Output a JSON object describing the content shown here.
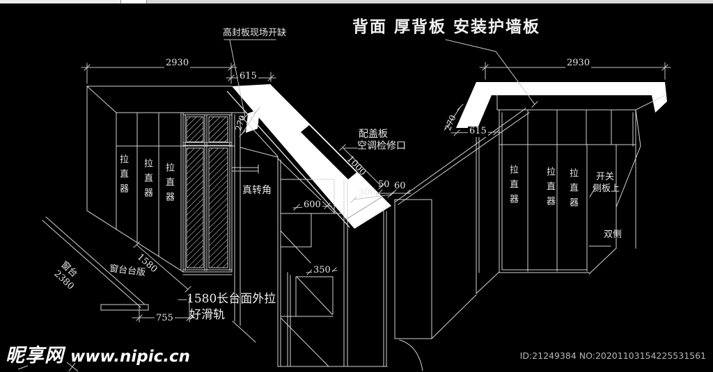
{
  "window": {
    "top_scrollbar": true
  },
  "drawing": {
    "title": "背面 厚背板 安装护墙板",
    "callouts": {
      "top_left_note": "高封板现场开缺",
      "cover_plate_line1": "配盖板",
      "cover_plate_line2": "空调检修口",
      "corner_label": "真转角",
      "straightener": "拉直器",
      "switch_line1": "开关",
      "switch_line2": "侧板上",
      "both_sides": "双侧",
      "window_sill": "窗台",
      "sill_board": "窗台台版",
      "countertop_note": "1580长台面外拉",
      "slide_note": "好滑轨"
    },
    "dimensions": {
      "left_total_width": "2930",
      "left_band_offset": "615",
      "left_band_depth": "270",
      "access_length": "1000",
      "gap_small_a": "50",
      "gap_small_b": "60",
      "band_end": "300",
      "shelf_width": "600",
      "shelf_small": "350",
      "sill_length": "2380",
      "counter_length": "1580",
      "drawer_width": "755",
      "right_total_width": "2930",
      "right_band_offset": "615",
      "right_band_depth": "270"
    },
    "colors": {
      "background": "#000000",
      "linework": "#d8d8d8",
      "countertop": "#ffffff"
    }
  },
  "watermark": {
    "site_name": "昵享网",
    "site_url": "www.nipic.cn"
  },
  "footer": {
    "image_id": "ID:21249384 NO:20201103154225531561"
  }
}
